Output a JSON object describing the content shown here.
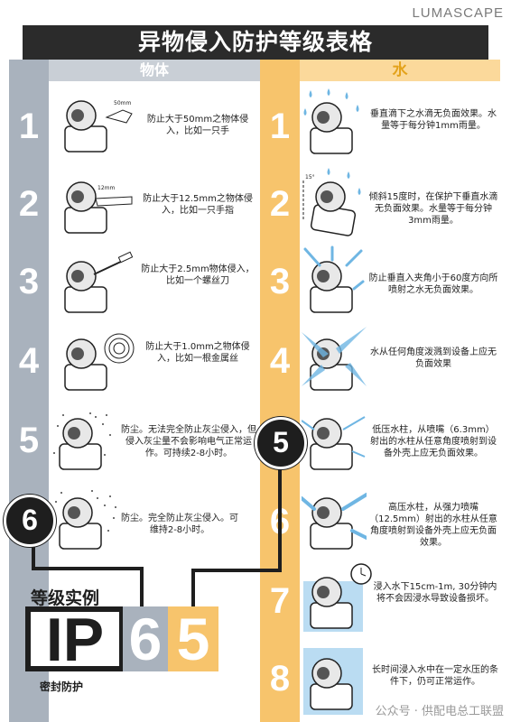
{
  "brand": "LUMASCAPE",
  "title": "异物侵入防护等级表格",
  "solid_header": "物体",
  "water_header": "水",
  "solid": [
    {
      "n": "1",
      "text": "防止大于50mm之物体侵入，比如一只手",
      "tag": "50mm"
    },
    {
      "n": "2",
      "text": "防止大于12.5mm之物体侵入，比如一只手指",
      "tag": "12mm"
    },
    {
      "n": "3",
      "text": "防止大于2.5mm物体侵入，比如一个螺丝刀",
      "tag": ""
    },
    {
      "n": "4",
      "text": "防止大于1.0mm之物体侵入，比如一根金属丝",
      "tag": ""
    },
    {
      "n": "5",
      "text": "防尘。无法完全防止灰尘侵入，但侵入灰尘量不会影响电气正常运作。可持续2-8小时。",
      "tag": ""
    },
    {
      "n": "6",
      "text": "防尘。完全防止灰尘侵入。可维持2-8小时。",
      "tag": ""
    }
  ],
  "water": [
    {
      "n": "1",
      "text": "垂直滴下之水滴无负面效果。水量等于每分钟1mm雨量。",
      "tag": ""
    },
    {
      "n": "2",
      "text": "倾斜15度时，在保护下垂直水滴无负面效果。水量等于每分钟3mm雨量。",
      "tag": "15°"
    },
    {
      "n": "3",
      "text": "防止垂直入夹角小于60度方向所喷射之水无负面效果。",
      "tag": ""
    },
    {
      "n": "4",
      "text": "水从任何角度泼溅到设备上应无负面效果",
      "tag": ""
    },
    {
      "n": "5",
      "text": "低压水柱，从喷嘴（6.3mm）射出的水柱从任意角度喷射到设备外壳上应无负面效果。",
      "tag": ""
    },
    {
      "n": "6",
      "text": "高压水柱，从强力喷嘴（12.5mm）射出的水柱从任意角度喷射到设备外壳上应无负面效果。",
      "tag": ""
    },
    {
      "n": "7",
      "text": "浸入水下15cm-1m, 30分钟内将不会因浸水导致设备损坏。",
      "tag": ""
    },
    {
      "n": "8",
      "text": "长时间浸入水中在一定水压的条件下，仍可正常运作。",
      "tag": ""
    }
  ],
  "highlight_solid": "6",
  "highlight_water": "5",
  "example_title": "等级实例",
  "code_prefix": "IP",
  "code_digit1": "6",
  "code_digit2": "5",
  "seal_label": "密封防护",
  "footer": "公众号 · 供配电总工联盟",
  "colors": {
    "gray": "#a9b2bd",
    "orange": "#f7c46c",
    "dark": "#1e1e1e",
    "water": "#6fb6e3"
  }
}
